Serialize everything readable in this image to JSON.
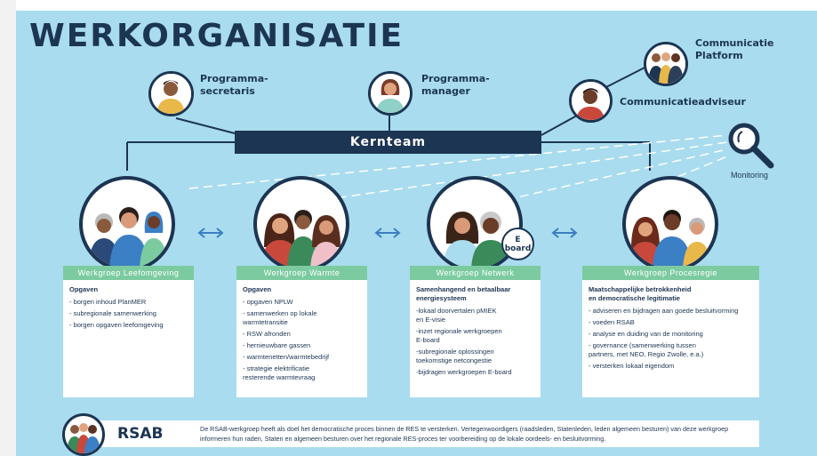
{
  "title": "WERKORGANISATIE",
  "roles": {
    "programmasecretaris": "Programma-\nsecretaris",
    "programmamanager": "Programma-\nmanager",
    "communicatieadviseur": "Communicatieadviseur",
    "communicatieplatform": "Communicatie\nPlatform"
  },
  "kernteam": "Kernteam",
  "monitoring": "Monitoring",
  "eboard": "E\nboard",
  "workgroups": [
    {
      "header": "Werkgroep Leefomgeving",
      "subtitle": "Opgaven",
      "items": [
        "- borgen inhoud PlanMER",
        "- subregionale samenwerking",
        "- borgen opgaven leefomgeving"
      ]
    },
    {
      "header": "Werkgroep Warmte",
      "subtitle": "Opgaven",
      "items": [
        "- opgaven NPLW",
        "- samenwerken op lokale\n   warmtetransitie",
        "- RSW afronden",
        "- hernieuwbare gassen",
        "- warmtenetten/warmtebedrijf",
        "- strategie elektrificatie\n   resterende warmtevraag"
      ]
    },
    {
      "header": "Werkgroep Netwerk",
      "subtitle": "Samenhangend en betaalbaar\nenergiesysteem",
      "items": [
        "-lokaal doorvertalen pMIEK\n  en E-visie",
        "-inzet regionale werkgroepen\n  E-board",
        "-subregionale oplossingen\n  toekomstige netcongestie",
        "-bijdragen werkgroepen E-board"
      ]
    },
    {
      "header": "Werkgroep Procesregie",
      "subtitle": "Maatschappelijke betrokkenheid\nen democratische legitimatie",
      "items": [
        "- adviseren en bijdragen aan goede besluitvorming",
        "- voeden RSAB",
        "- analyse en duiding van de monitoring",
        "- governance (samenwerking tussen\n   partners, met NEO, Regio Zwolle, e.a.)",
        "- versterken lokaal eigendom"
      ]
    }
  ],
  "rsab": {
    "label": "RSAB",
    "text": "De RSAB-werkgroep heeft als doel het democratische proces binnen de RES te versterken. Vertegenwoordigers (raadsleden, Statenleden, leden algemeen besturen) van deze werkgroep informeren hun raden, Staten en algemeen besturen over het regionale RES-proces ter voorbereiding op de lokale oordeels- en besluitvorming."
  },
  "colors": {
    "background": "#a9dcee",
    "navy": "#1c3553",
    "green": "#7ccba0",
    "accent_blue": "#3b7fc4"
  }
}
